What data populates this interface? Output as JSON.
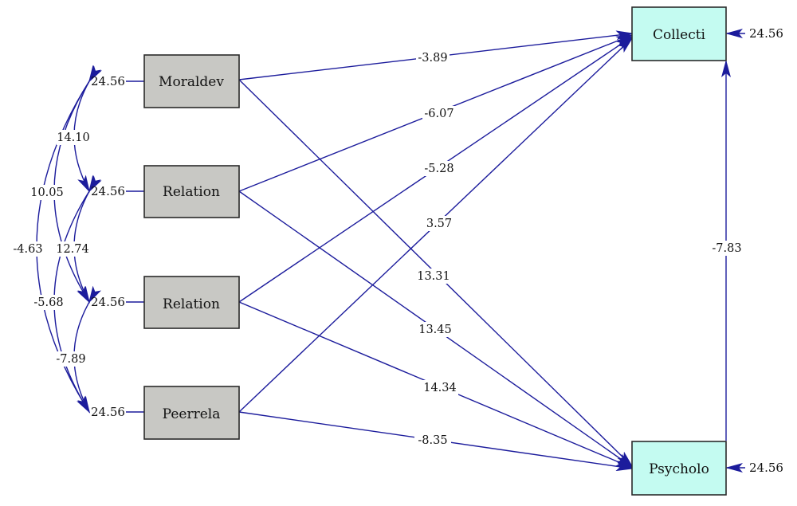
{
  "colors": {
    "edge": "#1c1c9c",
    "arrowhead": "#1c1c9c",
    "exogenous_fill": "#c8c8c4",
    "endogenous_fill": "#c4fbf1",
    "border": "#2a2a2a"
  },
  "nodes": {
    "moraldev": {
      "label": "Moraldev",
      "variance": "24.56"
    },
    "relation1": {
      "label": "Relation",
      "variance": "24.56"
    },
    "relation2": {
      "label": "Relation",
      "variance": "24.56"
    },
    "peerrela": {
      "label": "Peerrela",
      "variance": "24.56"
    },
    "collecti": {
      "label": "Collecti",
      "error": "24.56"
    },
    "psycholo": {
      "label": "Psycholo",
      "error": "24.56"
    }
  },
  "paths": {
    "moraldev_collecti": "-3.89",
    "relation1_collecti": "-6.07",
    "relation2_collecti": "-5.28",
    "peerrela_collecti": "3.57",
    "moraldev_psycholo": "13.31",
    "relation1_psycholo": "13.45",
    "relation2_psycholo": "14.34",
    "peerrela_psycholo": "-8.35",
    "psycholo_collecti": "-7.83"
  },
  "covariances": {
    "moraldev_relation1": "14.10",
    "moraldev_relation2": "10.05",
    "moraldev_peerrela": "-4.63",
    "relation1_relation2": "12.74",
    "relation1_peerrela": "-5.68",
    "relation2_peerrela": "-7.89"
  }
}
